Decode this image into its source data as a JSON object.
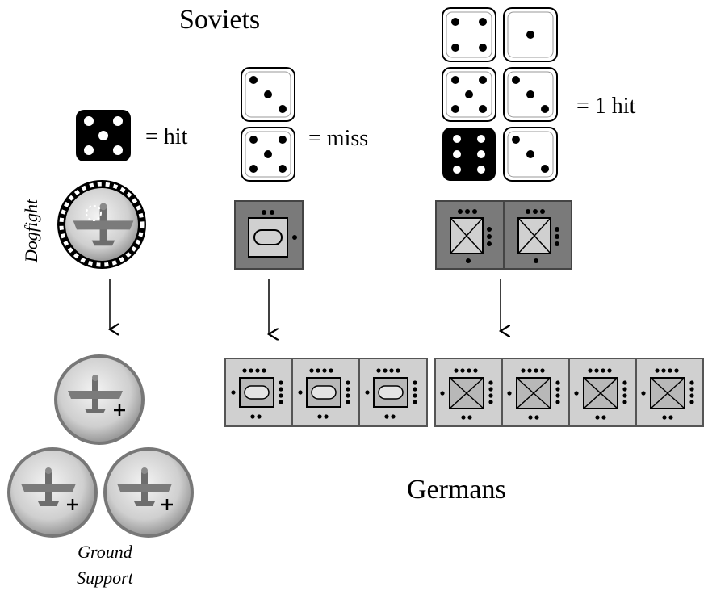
{
  "labels": {
    "soviets": "Soviets",
    "germans": "Germans",
    "hit": "= hit",
    "miss": "= miss",
    "one_hit": "= 1 hit",
    "dogfight": "Dogfight",
    "ground_support_line1": "Ground",
    "ground_support_line2": "Support"
  },
  "dice": {
    "hit_example": [
      5
    ],
    "miss_example": [
      3,
      5
    ],
    "one_hit_example": [
      4,
      1,
      5,
      3,
      6,
      3
    ]
  },
  "colors": {
    "die_black": "#000000",
    "die_white": "#ffffff",
    "counter_dark": "#7a7a7a",
    "counter_light": "#d0d0d0"
  }
}
